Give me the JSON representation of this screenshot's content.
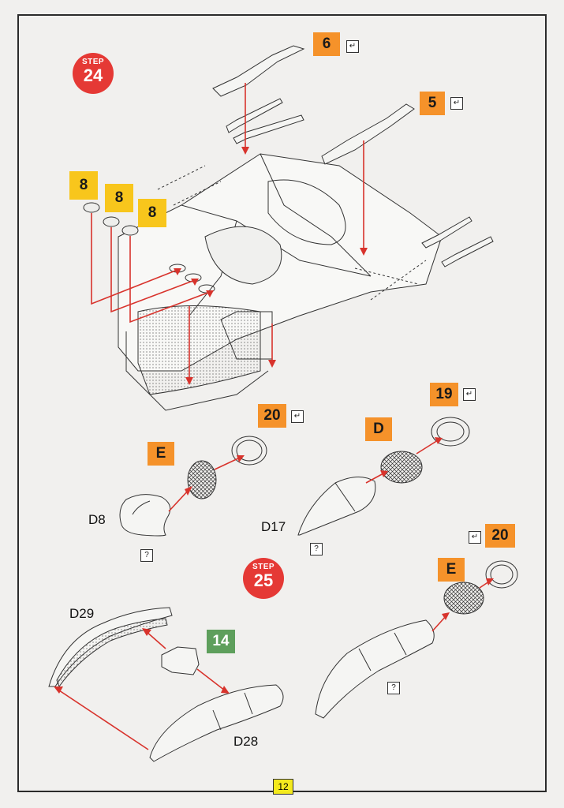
{
  "steps": [
    {
      "word": "STEP",
      "number": "24"
    },
    {
      "word": "STEP",
      "number": "25"
    }
  ],
  "callouts": {
    "c6": "6",
    "c5": "5",
    "c8a": "8",
    "c8b": "8",
    "c8c": "8",
    "c20a": "20",
    "cE1": "E",
    "c19": "19",
    "cD": "D",
    "c20b": "20",
    "cE2": "E",
    "c14": "14"
  },
  "part_labels": {
    "d8": "D8",
    "d17": "D17",
    "d29": "D29",
    "d28": "D28"
  },
  "symbols": {
    "check": "↵",
    "unknown": "?"
  },
  "page_number": "12",
  "colors": {
    "step_red": "#e53935",
    "callout_orange": "#f5922a",
    "callout_yellow": "#f8c61c",
    "callout_green": "#5e9f5c",
    "arrow_red": "#d8332c"
  }
}
